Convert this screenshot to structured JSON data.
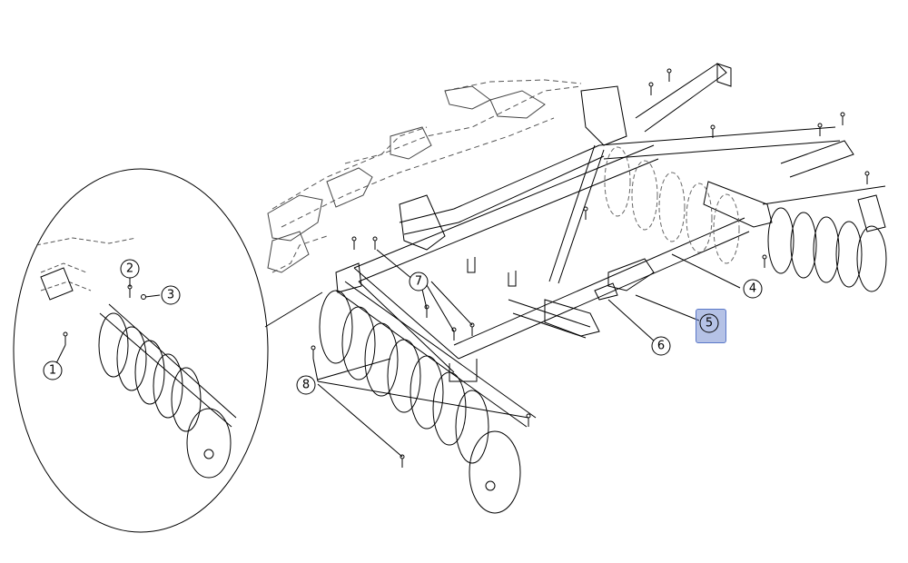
{
  "diagram": {
    "callouts": [
      {
        "id": "c1",
        "label": "1"
      },
      {
        "id": "c2",
        "label": "2"
      },
      {
        "id": "c3",
        "label": "3"
      },
      {
        "id": "c4",
        "label": "4"
      },
      {
        "id": "c5",
        "label": "5",
        "highlighted": true
      },
      {
        "id": "c6",
        "label": "6"
      },
      {
        "id": "c7",
        "label": "7"
      },
      {
        "id": "c8",
        "label": "8"
      }
    ],
    "colors": {
      "line": "#000000",
      "highlight": "#5a78c8"
    }
  }
}
